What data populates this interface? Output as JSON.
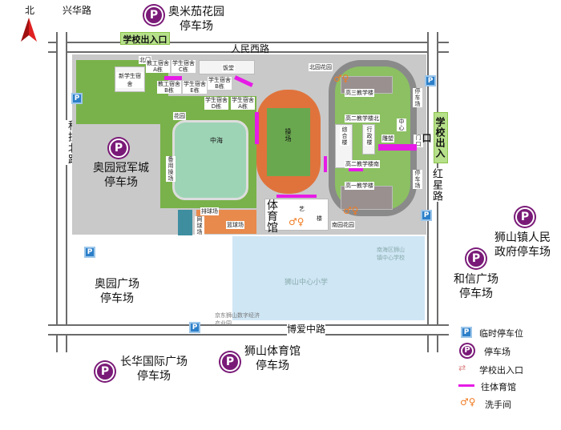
{
  "north": {
    "label": "北"
  },
  "roads": {
    "xinghua": "兴华路",
    "renmin_west": "人民西路",
    "keji_north": "科技北路",
    "hongxing": "红星路",
    "boai_middle": "博爱中路"
  },
  "entrances": {
    "north": "学校出入口",
    "east": "学校出入口"
  },
  "parking_lots": [
    {
      "name_line1": "奥米茄花园",
      "name_line2": "停车场"
    },
    {
      "name_line1": "奥园冠军城",
      "name_line2": "停车场"
    },
    {
      "name_line1": "狮山镇人民",
      "name_line2": "政府停车场"
    },
    {
      "name_line1": "和信广场",
      "name_line2": "停车场"
    },
    {
      "name_line1": "奥园广场",
      "name_line2": "停车场"
    },
    {
      "name_line1": "长华国际广场",
      "name_line2": "停车场"
    },
    {
      "name_line1": "狮山体育馆",
      "name_line2": "停车场"
    }
  ],
  "parking_symbol": "P",
  "campus": {
    "north_gate": "北门",
    "canteen": "饭堂",
    "new_dorm": "新学生宿舍",
    "staff_dorm_a": "教工宿舍A栋",
    "staff_dorm_b": "教工宿舍B栋",
    "dorm_a": "学生宿舍A栋",
    "dorm_b": "学生宿舍B栋",
    "dorm_c": "学生宿舍C栋",
    "dorm_d": "学生宿舍D栋",
    "dorm_e": "学生宿舍E栋",
    "garden": "花园",
    "lake": "中海",
    "backup_field": "备用操场",
    "field": "操场",
    "grade3": "高三教学楼",
    "grade2_north": "高二教学楼北",
    "grade2_south": "高二教学楼南",
    "grade1": "高一教学楼",
    "complex": "综合楼",
    "admin": "行政楼",
    "center": "中心",
    "sculpture": "雕塑",
    "parking_side": "停车场",
    "gym": "体育馆",
    "art": "艺",
    "art_bldg": "楼",
    "volleyball": "排球场",
    "tennis": "网球场",
    "basketball": "篮球场",
    "north_garden": "北园花园",
    "south_garden": "南园花园",
    "school_gate": "门口"
  },
  "neighbors": {
    "primary_school": "狮山中心小学",
    "industrial_park": "京东狮山数字经济产业园",
    "east_school": "南海区狮山镇中心学校"
  },
  "legend": [
    {
      "icon": "temp-parking-icon",
      "label": "临时停车位"
    },
    {
      "icon": "parking-lot-icon",
      "label": "停车场"
    },
    {
      "icon": "entrance-icon",
      "label": "学校出入口"
    },
    {
      "icon": "arrow-icon",
      "label": "往体育馆"
    },
    {
      "icon": "restroom-icon",
      "label": "洗手间"
    }
  ],
  "colors": {
    "parking": "#7a1a78",
    "route": "#e61be6",
    "entry": "#b6e08a",
    "track": "#e0733c",
    "water": "#cfe6f5"
  }
}
